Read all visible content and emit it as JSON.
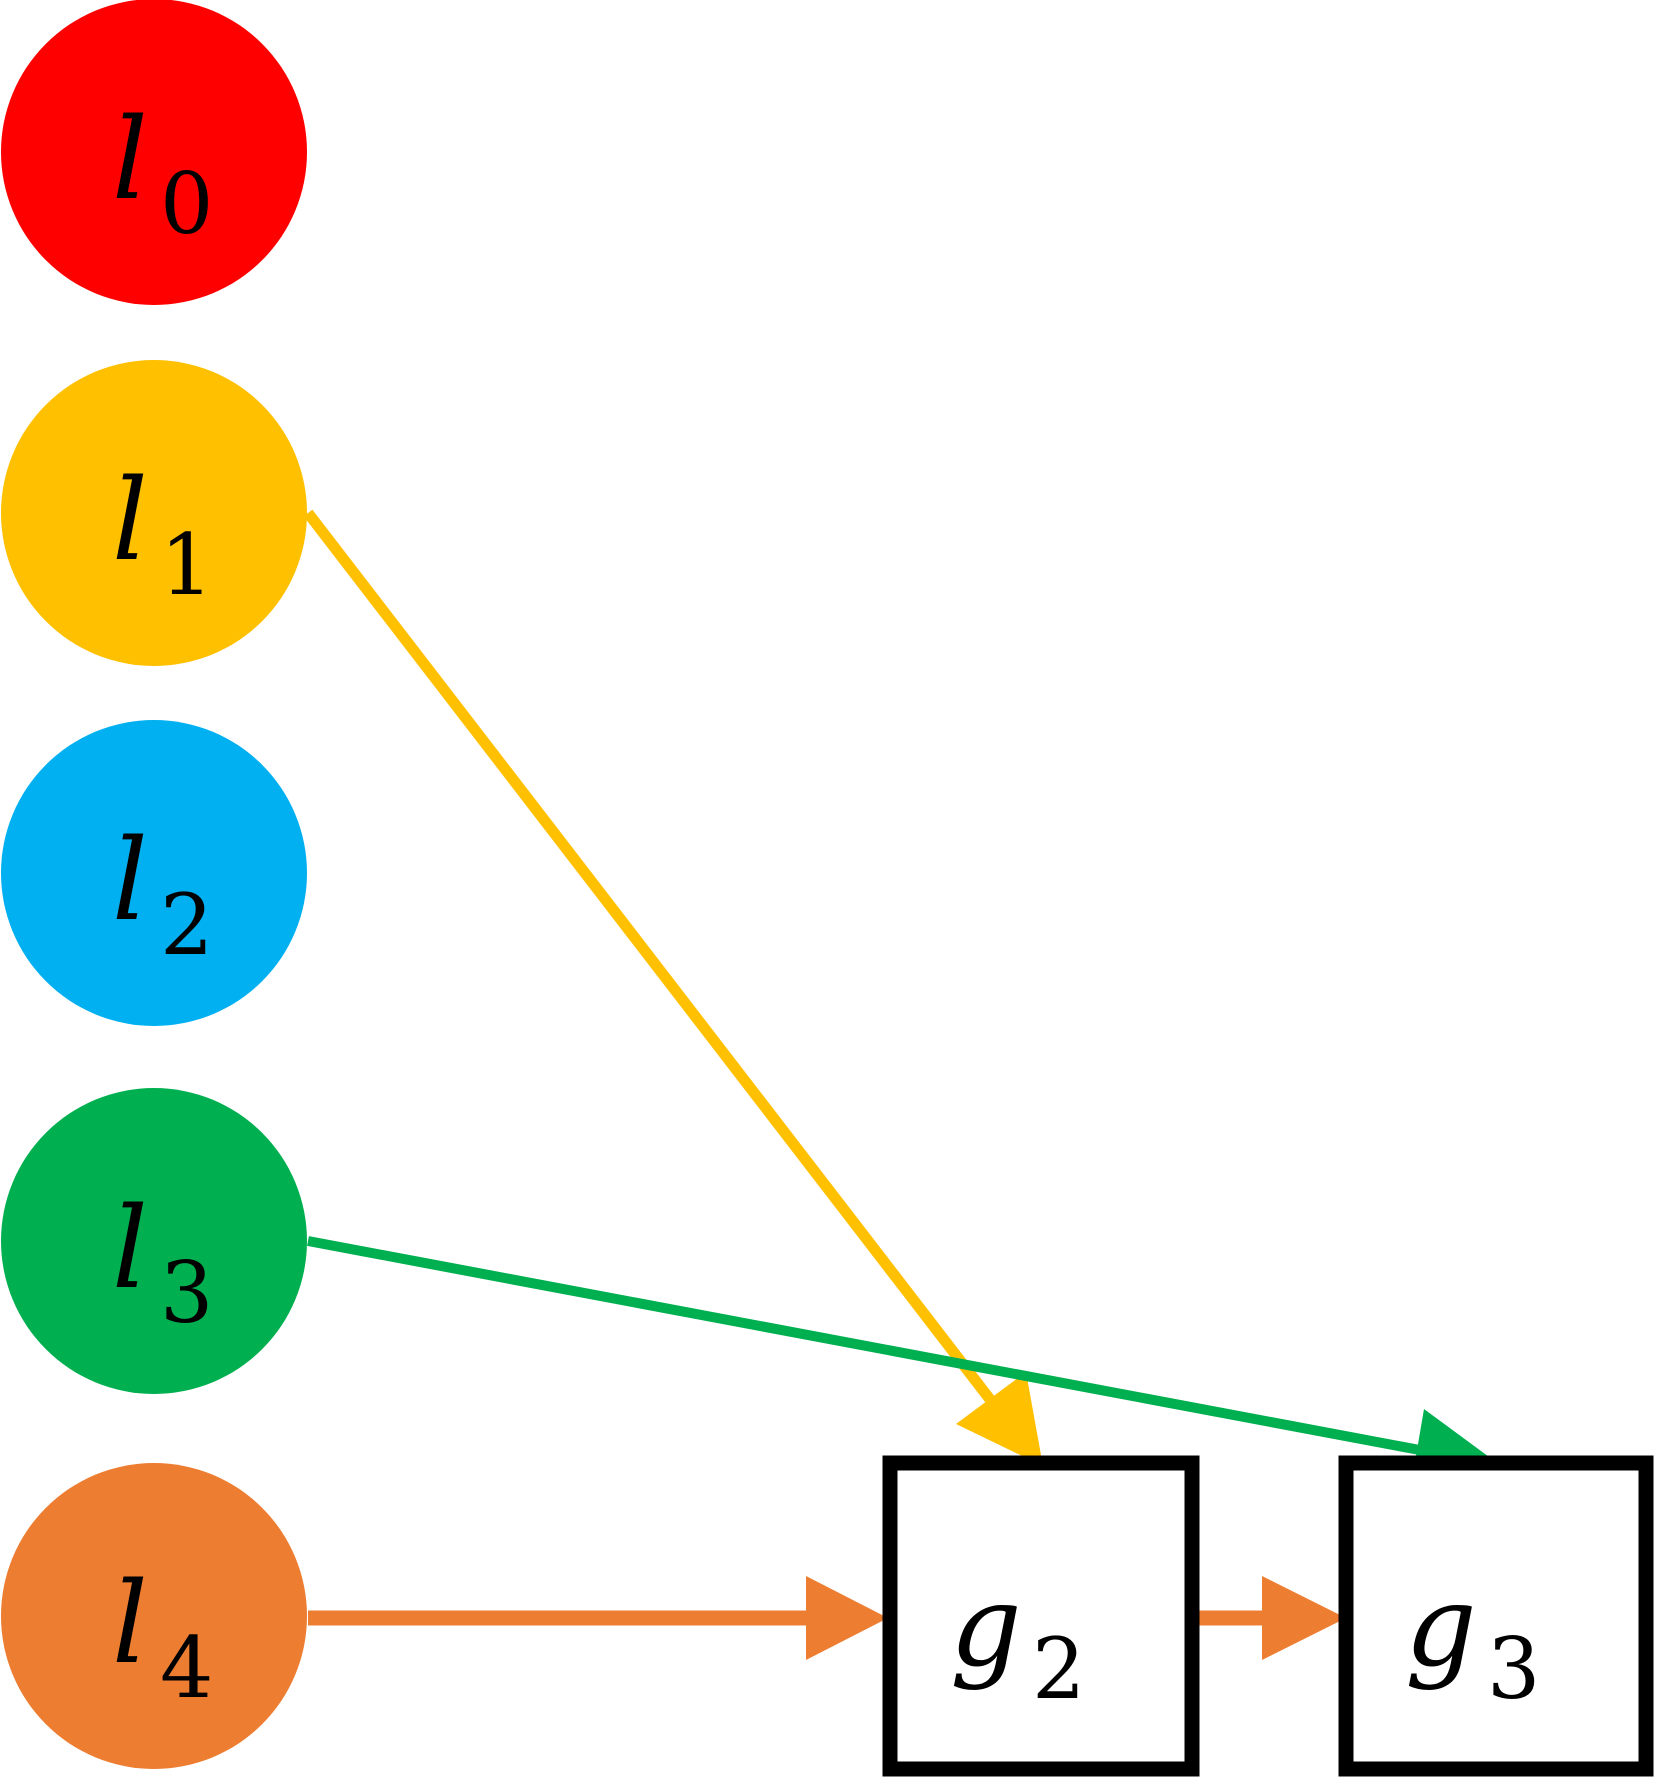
{
  "nodes": {
    "l0": {
      "letter": "l",
      "subscript": "0",
      "color": "#FF0000"
    },
    "l1": {
      "letter": "l",
      "subscript": "1",
      "color": "#FFC000"
    },
    "l2": {
      "letter": "l",
      "subscript": "2",
      "color": "#00B0F0"
    },
    "l3": {
      "letter": "l",
      "subscript": "3",
      "color": "#00B050"
    },
    "l4": {
      "letter": "l",
      "subscript": "4",
      "color": "#ED7D31"
    },
    "g2": {
      "letter": "g",
      "subscript": "2",
      "border_color": "#000000"
    },
    "g3": {
      "letter": "g",
      "subscript": "3",
      "border_color": "#000000"
    }
  },
  "edges": [
    {
      "from": "l1",
      "to": "g2",
      "color": "#FFC000"
    },
    {
      "from": "l3",
      "to": "g3",
      "color": "#00B050"
    },
    {
      "from": "l4",
      "to": "g2",
      "color": "#ED7D31"
    },
    {
      "from": "g2",
      "to": "g3",
      "color": "#ED7D31"
    }
  ]
}
